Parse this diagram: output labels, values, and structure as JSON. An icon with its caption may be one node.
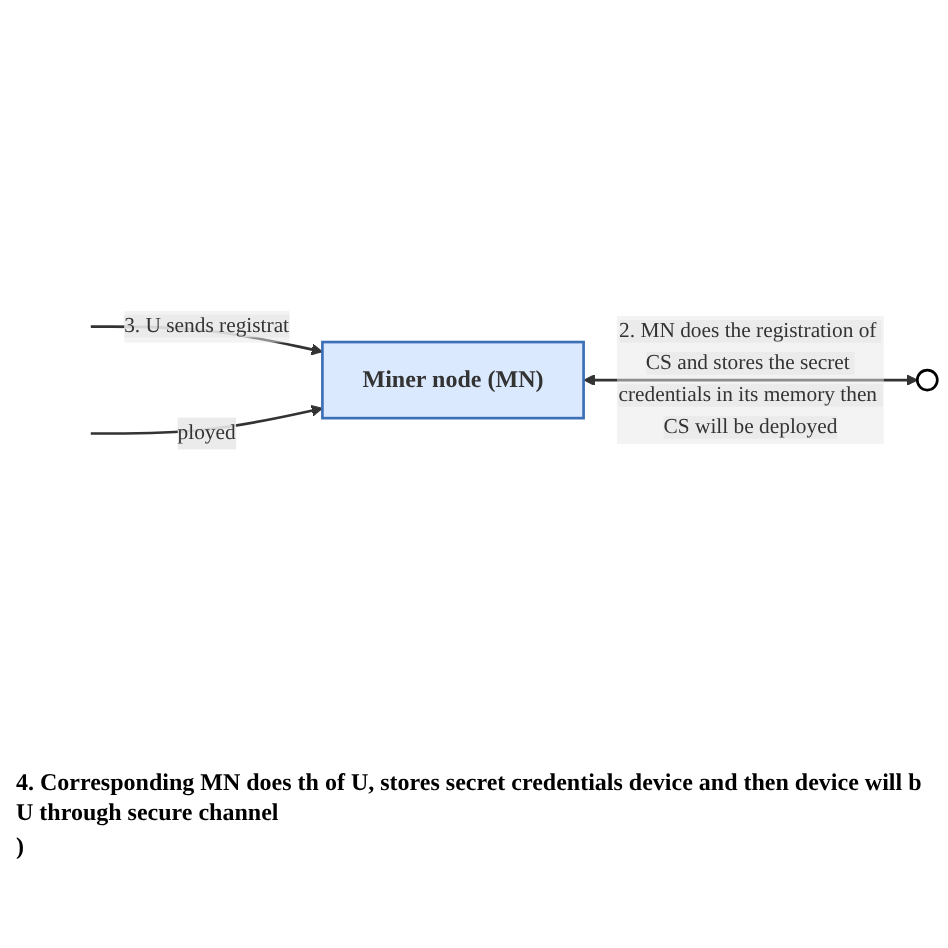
{
  "diagram": {
    "nodes": [
      {
        "text": [
          "Miner node (MN)"
        ]
      },
      {
        "text": [],
        "shape": "circle"
      }
    ],
    "edges": [
      {
        "from": null,
        "to": 0,
        "arrow": "to",
        "label": "3. U sends registrat"
      },
      {
        "from": 0,
        "to": 1,
        "arrow": "both",
        "label": "2. MN does the registration of CS and stores the secret credentials in its memory then CS will be deployed"
      },
      {
        "from": null,
        "to": 0,
        "arrow": "to",
        "label": "ployed"
      }
    ],
    "labels": [
      "4. Corresponding MN does th of U, stores secret credentials device and then device will b U through secure channel",
      ")"
    ]
  }
}
